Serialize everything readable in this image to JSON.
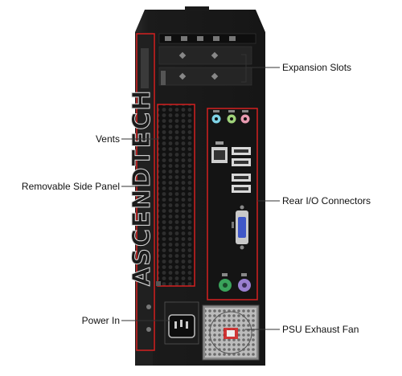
{
  "brand": "ASCENDTECH",
  "callouts": {
    "expansion_slots": "Expansion Slots",
    "vents": "Vents",
    "removable_side_panel": "Removable Side Panel",
    "rear_io": "Rear I/O Connectors",
    "power_in": "Power In",
    "psu_fan": "PSU Exhaust Fan"
  },
  "colors": {
    "case_dark": "#1a1a1a",
    "case_mid": "#2b2b2b",
    "highlight_red": "#d42020",
    "audio_blue": "#7fd3e6",
    "audio_green": "#9fd27a",
    "audio_pink": "#e79ab0",
    "ps2_green": "#3aa35b",
    "ps2_purple": "#9a7fd0",
    "vga_blue": "#3f57c8"
  }
}
